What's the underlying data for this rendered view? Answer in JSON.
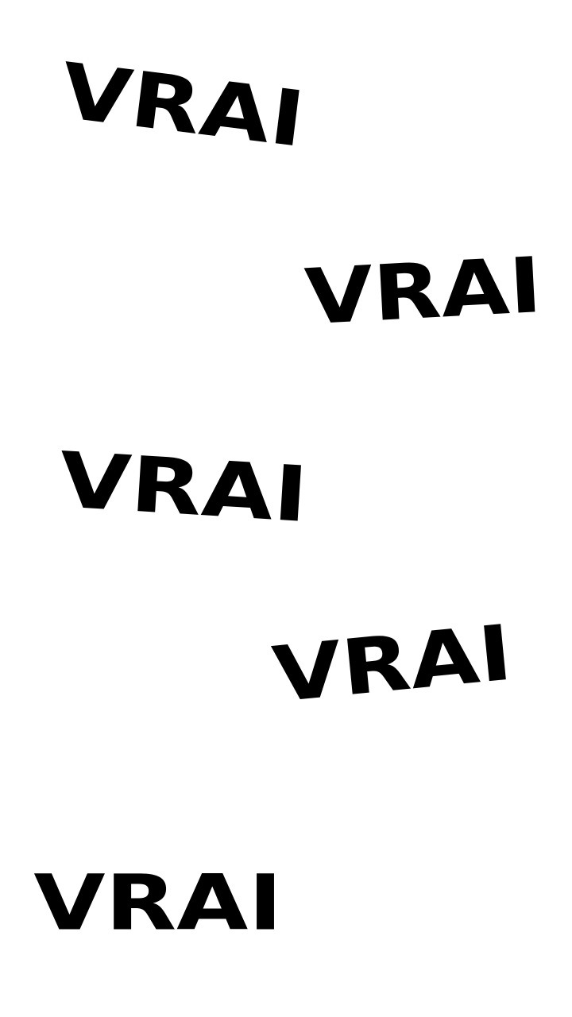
{
  "words": [
    {
      "text": "VRAI"
    },
    {
      "text": "VRAI"
    },
    {
      "text": "VRAI"
    },
    {
      "text": "VRAI"
    },
    {
      "text": "VRAI"
    }
  ],
  "colors": {
    "background": "#ffffff",
    "text": "#000000"
  }
}
